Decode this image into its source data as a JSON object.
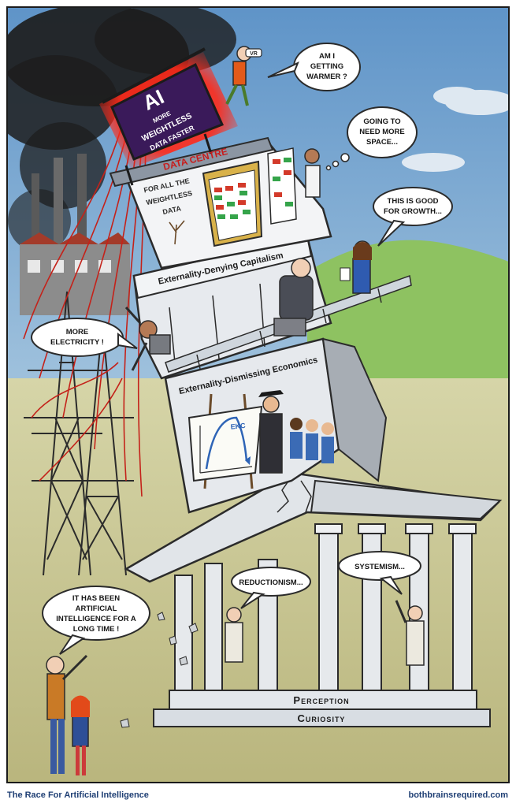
{
  "footer": {
    "title": "The Race For Artificial Intelligence",
    "site": "bothbrainsrequired.com"
  },
  "billboard": {
    "headline": "AI",
    "lines": [
      "MORE",
      "WEIGHTLESS",
      "DATA FASTER"
    ]
  },
  "headset_label": "VR",
  "data_centre": {
    "sign": "DATA CENTRE",
    "lines": [
      "FOR ALL THE",
      "WEIGHTLESS",
      "DATA"
    ]
  },
  "tiers": {
    "capitalism": "Externality-Denying Capitalism",
    "economics": "Externality-Dismissing Economics",
    "perception": "Perception",
    "curiosity": "Curiosity"
  },
  "chart_label": "EKC",
  "bubbles": {
    "warmer": [
      "AM I",
      "GETTING",
      "WARMER ?"
    ],
    "space": [
      "GOING TO",
      "NEED MORE",
      "SPACE..."
    ],
    "growth": [
      "THIS IS GOOD",
      "FOR GROWTH..."
    ],
    "electricity": [
      "MORE",
      "ELECTRICITY !"
    ],
    "reductionism": [
      "REDUCTIONISM..."
    ],
    "systemism": [
      "SYSTEMISM..."
    ],
    "long_time": [
      "IT HAS BEEN",
      "ARTIFICIAL",
      "INTELLIGENCE FOR A",
      "LONG TIME !"
    ]
  }
}
